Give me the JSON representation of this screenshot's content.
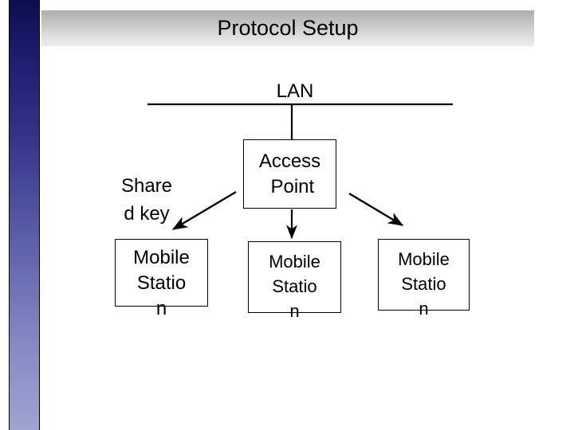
{
  "slide": {
    "title": "Protocol Setup",
    "background_color": "#ffffff"
  },
  "sidebar": {
    "gradient_top_color": "#0c0c50",
    "gradient_bottom_color": "#a0a4d2"
  },
  "title_banner": {
    "gradient_top_color": "#aeaeae",
    "gradient_bottom_color": "#ececec"
  },
  "diagram": {
    "network_label": "LAN",
    "shared_key_label": "Share\nd key",
    "nodes": [
      {
        "id": "access-point",
        "label": "Access\n Point"
      },
      {
        "id": "mobile-station-1",
        "label": "Mobile\nStatio\nn"
      },
      {
        "id": "mobile-station-2",
        "label": "Mobile\nStatio\nn"
      },
      {
        "id": "mobile-station-3",
        "label": "Mobile\nStatio\nn"
      }
    ],
    "line_color": "#000000"
  }
}
